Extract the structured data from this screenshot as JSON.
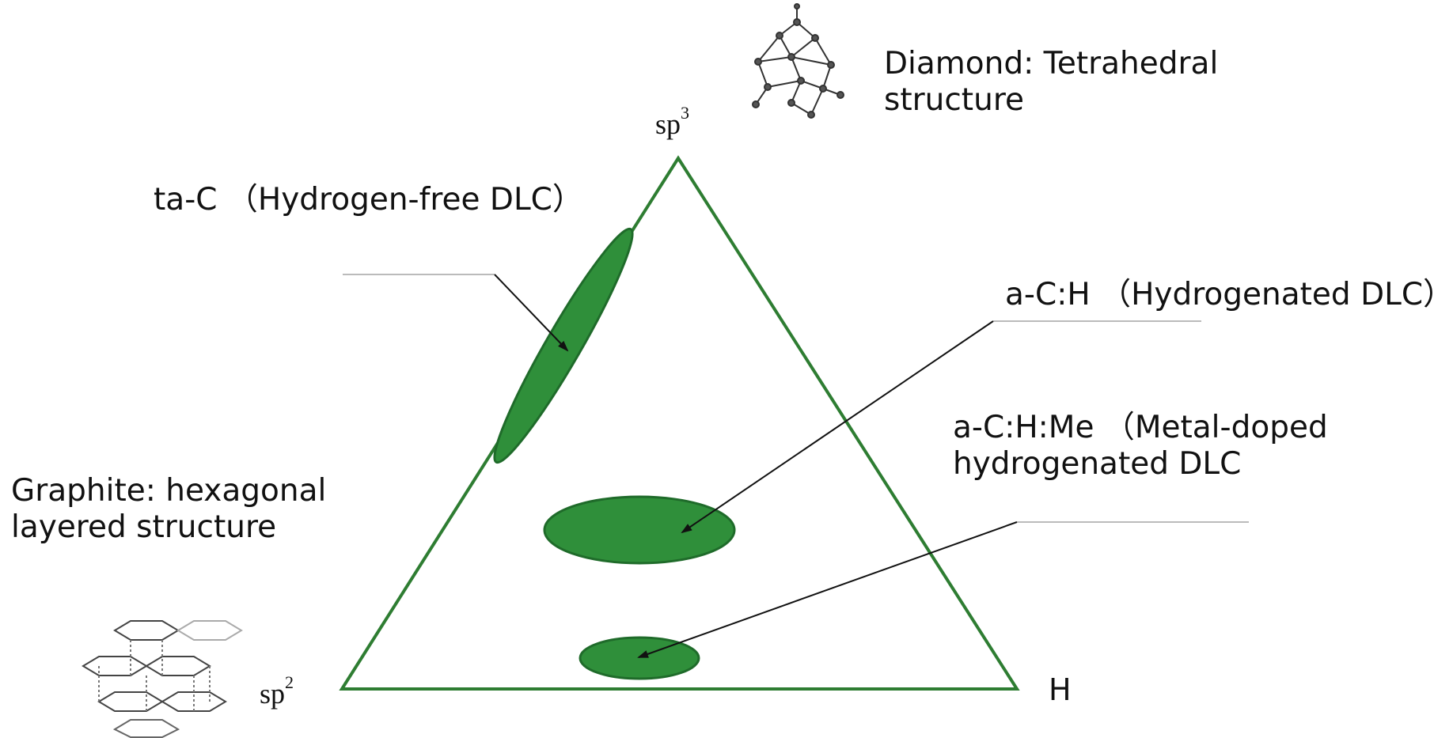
{
  "vertices": {
    "top": {
      "base": "sp",
      "sup": "3"
    },
    "left": {
      "base": "sp",
      "sup": "2"
    },
    "right": "H"
  },
  "labels": {
    "diamond": "Diamond: Tetrahedral\nstructure",
    "graphite": "Graphite: hexagonal\nlayered structure",
    "tac": "ta-C （Hydrogen-free DLC）",
    "ach": "a-C:H （Hydrogenated DLC）",
    "achme": "a-C:H:Me （Metal-doped\nhydrogenated DLC"
  },
  "colors": {
    "triangle": "#2e7d32",
    "region_fill": "#2f8f3a",
    "region_stroke": "#1f6b2a",
    "leader": "#bbbbbb",
    "arrow": "#111111"
  },
  "icons": {
    "diamond": "diamond-structure-icon",
    "graphite": "graphite-structure-icon"
  }
}
